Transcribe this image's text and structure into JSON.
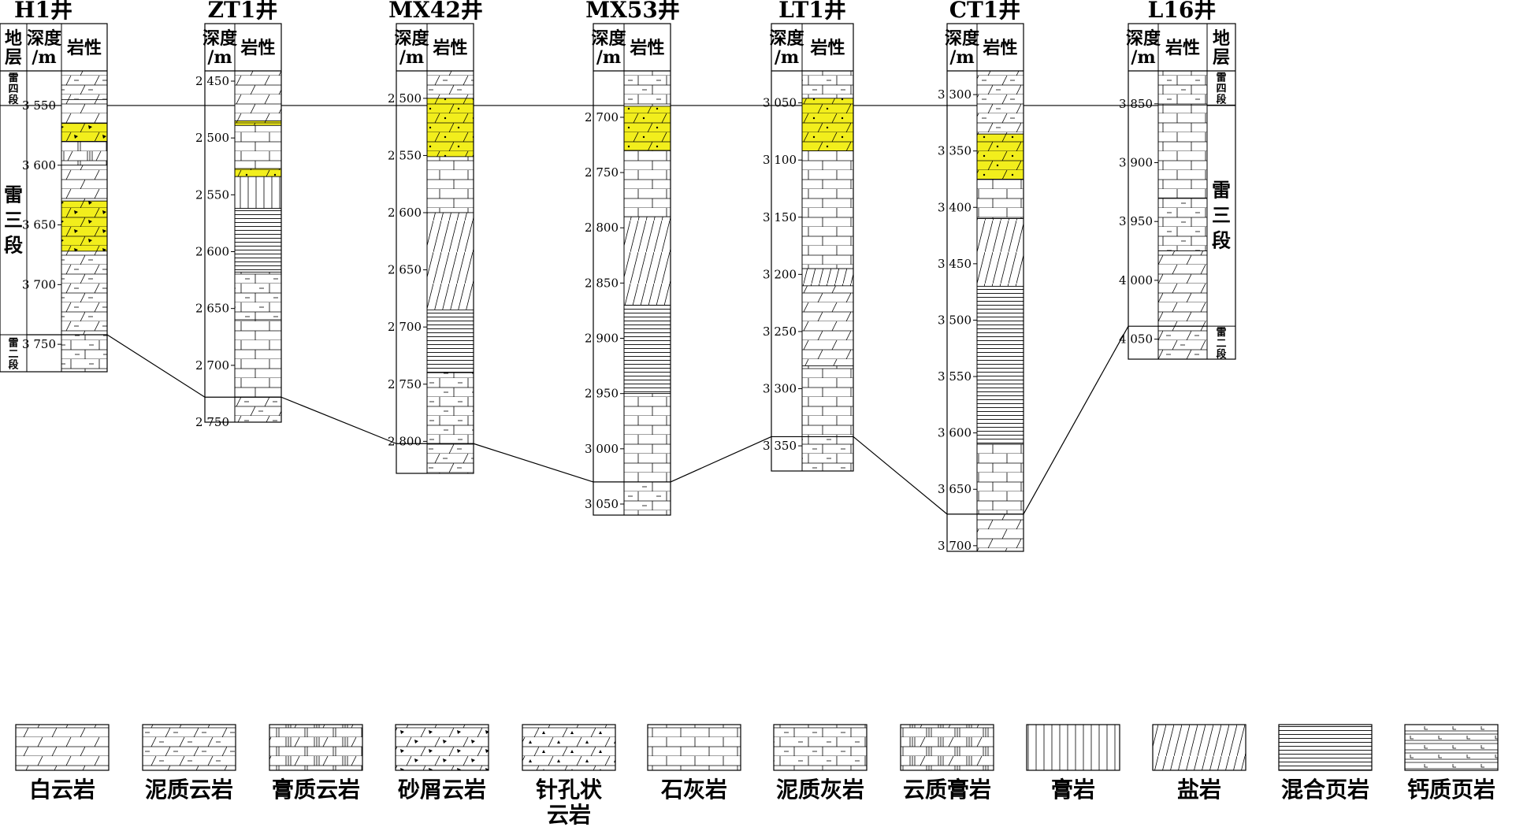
{
  "wells": [
    {
      "name": "H1井",
      "has_strat_left": true,
      "has_strat_right": false,
      "header": {
        "strat": "地\n层",
        "depth": "深度\n/m",
        "lith": "岩性"
      },
      "depth_range": [
        3521,
        3773
      ],
      "depth_ticks": [
        3550,
        3600,
        3650,
        3700,
        3750
      ],
      "depth_labels": [
        "3 550",
        "3 600",
        "3 650",
        "3 700",
        "3 750"
      ],
      "tops": {
        "lei3": 3550,
        "lei2": 3742
      },
      "strat_labels": [
        "雷四段",
        "雷三段",
        "雷二段"
      ],
      "layers": [
        {
          "from": 3521,
          "to": 3545,
          "type": "muddy_dolomite"
        },
        {
          "from": 3545,
          "to": 3565,
          "type": "dolomite"
        },
        {
          "from": 3565,
          "to": 3580,
          "type": "sand_dolomite"
        },
        {
          "from": 3580,
          "to": 3600,
          "type": "gypsum_dolomite"
        },
        {
          "from": 3600,
          "to": 3630,
          "type": "dolomite"
        },
        {
          "from": 3630,
          "to": 3672,
          "type": "sand_dolomite"
        },
        {
          "from": 3672,
          "to": 3742,
          "type": "muddy_dolomite"
        },
        {
          "from": 3742,
          "to": 3773,
          "type": "muddy_limestone"
        }
      ]
    },
    {
      "name": "ZT1井",
      "has_strat_left": false,
      "has_strat_right": false,
      "header": {
        "depth": "深度\n/m",
        "lith": "岩性"
      },
      "depth_range": [
        2441,
        2750
      ],
      "depth_ticks": [
        2450,
        2500,
        2550,
        2600,
        2650,
        2700,
        2750
      ],
      "depth_labels": [
        "2 450",
        "2 500",
        "2 550",
        "2 600",
        "2 650",
        "2 700",
        "2 750"
      ],
      "tops": {
        "lei2": 2728
      },
      "layers": [
        {
          "from": 2441,
          "to": 2485,
          "type": "dolomite"
        },
        {
          "from": 2485,
          "to": 2489,
          "type": "pinhole_dolomite"
        },
        {
          "from": 2489,
          "to": 2527,
          "type": "limestone"
        },
        {
          "from": 2527,
          "to": 2534,
          "type": "pinhole_dolomite"
        },
        {
          "from": 2534,
          "to": 2562,
          "type": "gypsum"
        },
        {
          "from": 2562,
          "to": 2618,
          "type": "mixed_shale"
        },
        {
          "from": 2618,
          "to": 2660,
          "type": "muddy_limestone"
        },
        {
          "from": 2660,
          "to": 2728,
          "type": "limestone"
        },
        {
          "from": 2728,
          "to": 2750,
          "type": "muddy_dolomite"
        }
      ]
    },
    {
      "name": "MX42井",
      "has_strat_left": false,
      "has_strat_right": false,
      "header": {
        "depth": "深度\n/m",
        "lith": "岩性"
      },
      "depth_range": [
        2476,
        2828
      ],
      "depth_ticks": [
        2500,
        2550,
        2600,
        2650,
        2700,
        2750,
        2800
      ],
      "depth_labels": [
        "2 500",
        "2 550",
        "2 600",
        "2 650",
        "2 700",
        "2 750",
        "2 800"
      ],
      "tops": {
        "lei2": 2802
      },
      "layers": [
        {
          "from": 2476,
          "to": 2500,
          "type": "muddy_dolomite"
        },
        {
          "from": 2500,
          "to": 2551,
          "type": "pinhole_dolomite"
        },
        {
          "from": 2551,
          "to": 2600,
          "type": "limestone"
        },
        {
          "from": 2600,
          "to": 2685,
          "type": "salt"
        },
        {
          "from": 2685,
          "to": 2740,
          "type": "mixed_shale"
        },
        {
          "from": 2740,
          "to": 2802,
          "type": "muddy_limestone"
        },
        {
          "from": 2802,
          "to": 2828,
          "type": "muddy_dolomite"
        }
      ]
    },
    {
      "name": "MX53井",
      "has_strat_left": false,
      "has_strat_right": false,
      "header": {
        "depth": "深度\n/m",
        "lith": "岩性"
      },
      "depth_range": [
        2658,
        3060
      ],
      "depth_ticks": [
        2700,
        2750,
        2800,
        2850,
        2900,
        2950,
        3000,
        3050
      ],
      "depth_labels": [
        "2 700",
        "2 750",
        "2 800",
        "2 850",
        "2 900",
        "2 950",
        "3 000",
        "3 050"
      ],
      "tops": {
        "lei2": 3030
      },
      "layers": [
        {
          "from": 2658,
          "to": 2690,
          "type": "muddy_limestone"
        },
        {
          "from": 2690,
          "to": 2730,
          "type": "pinhole_dolomite"
        },
        {
          "from": 2730,
          "to": 2790,
          "type": "limestone"
        },
        {
          "from": 2790,
          "to": 2870,
          "type": "salt"
        },
        {
          "from": 2870,
          "to": 2950,
          "type": "mixed_shale"
        },
        {
          "from": 2950,
          "to": 3030,
          "type": "limestone"
        },
        {
          "from": 3030,
          "to": 3060,
          "type": "muddy_limestone"
        }
      ]
    },
    {
      "name": "LT1井",
      "has_strat_left": false,
      "has_strat_right": false,
      "header": {
        "depth": "深度\n/m",
        "lith": "岩性"
      },
      "depth_range": [
        3022,
        3372
      ],
      "depth_ticks": [
        3050,
        3100,
        3150,
        3200,
        3250,
        3300,
        3350
      ],
      "depth_labels": [
        "3 050",
        "3 100",
        "3 150",
        "3 200",
        "3 250",
        "3 300",
        "3 350"
      ],
      "tops": {
        "lei2": 3342
      },
      "layers": [
        {
          "from": 3022,
          "to": 3046,
          "type": "muddy_limestone"
        },
        {
          "from": 3046,
          "to": 3092,
          "type": "pinhole_dolomite"
        },
        {
          "from": 3092,
          "to": 3195,
          "type": "limestone"
        },
        {
          "from": 3195,
          "to": 3210,
          "type": "salt"
        },
        {
          "from": 3210,
          "to": 3280,
          "type": "dolomite"
        },
        {
          "from": 3280,
          "to": 3342,
          "type": "limestone"
        },
        {
          "from": 3342,
          "to": 3372,
          "type": "muddy_limestone"
        }
      ]
    },
    {
      "name": "CT1井",
      "has_strat_left": false,
      "has_strat_right": false,
      "header": {
        "depth": "深度\n/m",
        "lith": "岩性"
      },
      "depth_range": [
        3279,
        3705
      ],
      "depth_ticks": [
        3300,
        3350,
        3400,
        3450,
        3500,
        3550,
        3600,
        3650,
        3700
      ],
      "depth_labels": [
        "3 300",
        "3 350",
        "3 400",
        "3 450",
        "3 500",
        "3 550",
        "3 600",
        "3 650",
        "3 700"
      ],
      "tops": {
        "lei2": 3672
      },
      "layers": [
        {
          "from": 3279,
          "to": 3335,
          "type": "muddy_dolomite"
        },
        {
          "from": 3335,
          "to": 3375,
          "type": "pinhole_dolomite"
        },
        {
          "from": 3375,
          "to": 3410,
          "type": "limestone"
        },
        {
          "from": 3410,
          "to": 3470,
          "type": "salt"
        },
        {
          "from": 3470,
          "to": 3610,
          "type": "mixed_shale"
        },
        {
          "from": 3610,
          "to": 3672,
          "type": "limestone"
        },
        {
          "from": 3672,
          "to": 3705,
          "type": "dolomite"
        }
      ]
    },
    {
      "name": "L16井",
      "has_strat_left": false,
      "has_strat_right": true,
      "header": {
        "depth": "深度\n/m",
        "lith": "岩性",
        "strat": "地\n层"
      },
      "depth_range": [
        3822,
        4067
      ],
      "depth_ticks": [
        3850,
        3900,
        3950,
        4000,
        4050
      ],
      "depth_labels": [
        "3 850",
        "3 900",
        "3 950",
        "4 000",
        "4 050"
      ],
      "tops": {
        "lei3": 3851,
        "lei2": 4039
      },
      "strat_labels": [
        "雷四段",
        "雷三段",
        "雷二段"
      ],
      "layers": [
        {
          "from": 3822,
          "to": 3851,
          "type": "muddy_limestone"
        },
        {
          "from": 3851,
          "to": 3930,
          "type": "limestone"
        },
        {
          "from": 3930,
          "to": 3975,
          "type": "muddy_limestone"
        },
        {
          "from": 3975,
          "to": 4039,
          "type": "dolomite"
        },
        {
          "from": 4039,
          "to": 4067,
          "type": "muddy_dolomite"
        }
      ]
    }
  ],
  "legend": [
    {
      "type": "dolomite",
      "label": "白云岩"
    },
    {
      "type": "muddy_dolomite",
      "label": "泥质云岩"
    },
    {
      "type": "gypsum_dolomite",
      "label": "膏质云岩"
    },
    {
      "type": "sand_dolomite",
      "label": "砂屑云岩"
    },
    {
      "type": "pinhole_dolomite",
      "label": "针孔状\n云岩"
    },
    {
      "type": "limestone",
      "label": "石灰岩"
    },
    {
      "type": "muddy_limestone",
      "label": "泥质灰岩"
    },
    {
      "type": "dolo_gypsum",
      "label": "云质膏岩"
    },
    {
      "type": "gypsum",
      "label": "膏岩"
    },
    {
      "type": "salt",
      "label": "盐岩"
    },
    {
      "type": "mixed_shale",
      "label": "混合页岩"
    },
    {
      "type": "calc_shale",
      "label": "钙质页岩"
    }
  ],
  "colors": {
    "highlight": "#f2ee1c",
    "line": "#000000",
    "dark": "#333333"
  }
}
